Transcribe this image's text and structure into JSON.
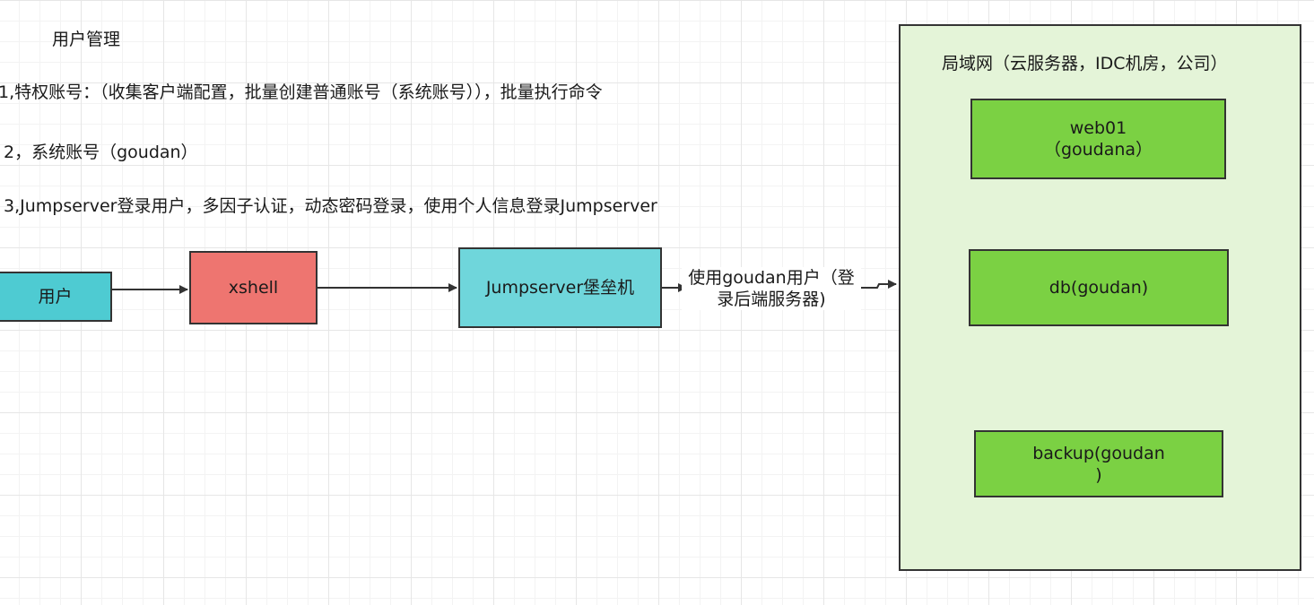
{
  "notes": {
    "title": "用户管理",
    "item1": "1,特权账号：（收集客户端配置，批量创建普通账号（系统账号）），批量执行命令",
    "item2": "2，系统账号（goudan）",
    "item3": "3,Jumpserver登录用户，多因子认证，动态密码登录，使用个人信息登录Jumpserver"
  },
  "nodes": {
    "user": "用户",
    "xshell": "xshell",
    "jumpserver": "Jumpserver堡垒机",
    "lan": "局域网（云服务器，IDC机房，公司）",
    "web01_line1": "web01",
    "web01_line2": "（goudana）",
    "db": "db(goudan)",
    "backup_line1": "backup(goudan",
    "backup_line2": ")"
  },
  "edges": {
    "jump_to_lan_line1": "使用goudan用户（登",
    "jump_to_lan_line2": "录后端服务器)"
  },
  "colors": {
    "user": "#4ecbd2",
    "xshell": "#ee7570",
    "jumpserver": "#6fd6db",
    "server": "#7bd143",
    "lan_bg": "#e4f4d8",
    "stroke": "#333333"
  }
}
